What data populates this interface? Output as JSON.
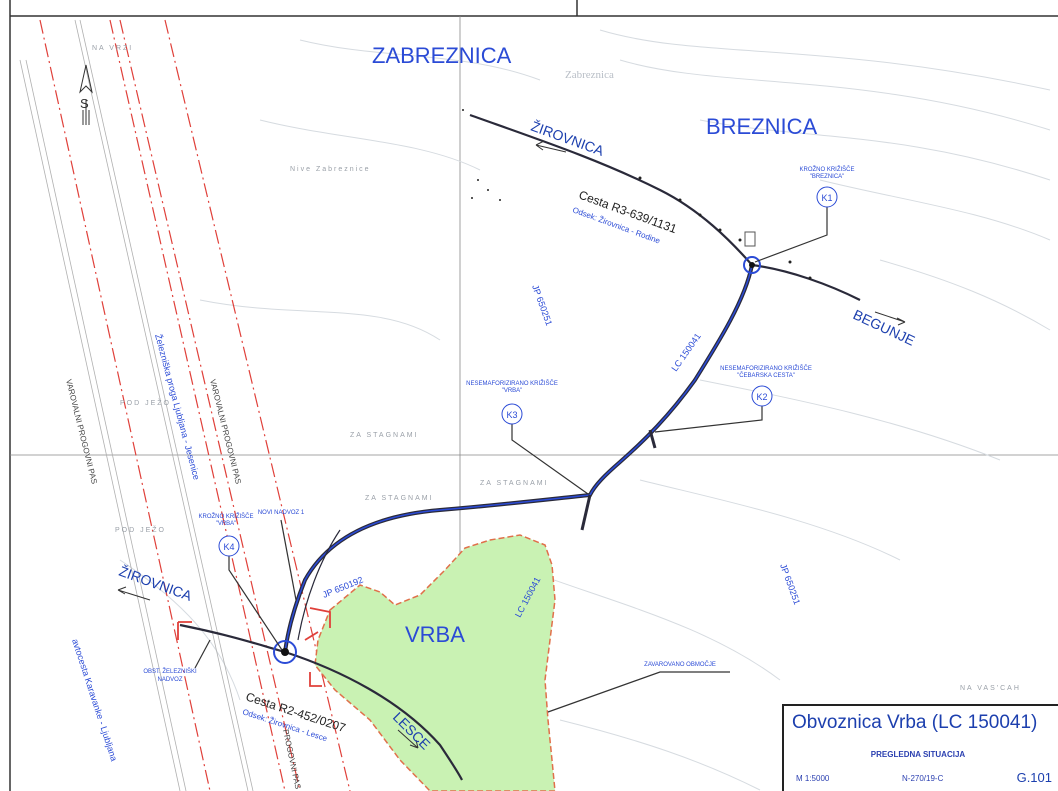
{
  "places": {
    "zabreznica": "ZABREZNICA",
    "zabreznica_small": "Zabreznica",
    "breznica": "BREZNICA",
    "vrba": "VRBA"
  },
  "directions": {
    "zirovnica_top": "ŽIROVNICA",
    "begunje": "BEGUNJE",
    "zirovnica_left": "ŽIROVNICA",
    "lesce": "LESCE"
  },
  "roads": {
    "r3_name": "Cesta R3-639/1131",
    "r3_section": "Odsek: Žirovnica - Rodine",
    "r2_name": "Cesta R2-452/0207",
    "r2_section": "Odsek: Žirovnica - Lesce",
    "lc_upper": "LC 150041",
    "lc_lower": "LC 150041",
    "jp_top": "JP 650251",
    "jp_mid": "JP 650192",
    "jp_right": "JP 650251",
    "railway": "Železniška proga Ljubljana - Jesenice",
    "motorway": "avtocesta Karavanke - Ljubljana",
    "varovalni_left": "VAROVALNI PROGOVNI PAS",
    "varovalni_right": "VAROVALNI PROGOVNI PAS",
    "progovni_bottom": "PROGOVNI PAS"
  },
  "junctions": {
    "k1": {
      "id": "K1",
      "line1": "KROŽNO KRIŽIŠČE",
      "line2": "\"BREZNICA\""
    },
    "k2": {
      "id": "K2",
      "line1": "NESEMAFORIZIRANO KRIŽIŠČE",
      "line2": "\"ČEBARSKA CESTA\""
    },
    "k3": {
      "id": "K3",
      "line1": "NESEMAFORIZIRANO KRIŽIŠČE",
      "line2": "\"VRBA\""
    },
    "k4": {
      "id": "K4",
      "line1": "KROŽNO KRIŽIŠČE",
      "line2": "\"VRBA\""
    }
  },
  "labels": {
    "novi_nadvoz": "NOVI NADVOZ 1",
    "obst_nadvoz_1": "OBST. ŽELEZNIŠKI",
    "obst_nadvoz_2": "NADVOZ",
    "zavarovano": "ZAVAROVANO OBMOČJE",
    "za_stagnami_1": "ZA STAGNAMI",
    "za_stagnami_2": "ZA STAGNAMI",
    "za_stagnami_3": "ZA STAGNAMI",
    "nive_zabreznice": "Nive Zabreznice",
    "pod_jezo_1": "POD JEŽO",
    "pod_jezo_2": "POD JEŽO",
    "na_vrzi": "NA VRZI",
    "na_vasicah": "NA VAS'CAH"
  },
  "north": "S",
  "title_block": {
    "title": "Obvoznica Vrba (LC 150041)",
    "subtitle": "PREGLEDNA SITUACIJA",
    "scale": "M 1:5000",
    "project": "N-270/19-C",
    "sheet": "G.101"
  },
  "colors": {
    "road": "#2a2a3a",
    "road_blue": "#2b4bd6",
    "label_blue": "#1c3fae",
    "red_dash": "#e0403a",
    "green_area": "#c9f2b3",
    "area_border": "#e0704a",
    "terrain": "#d6dbe0"
  }
}
